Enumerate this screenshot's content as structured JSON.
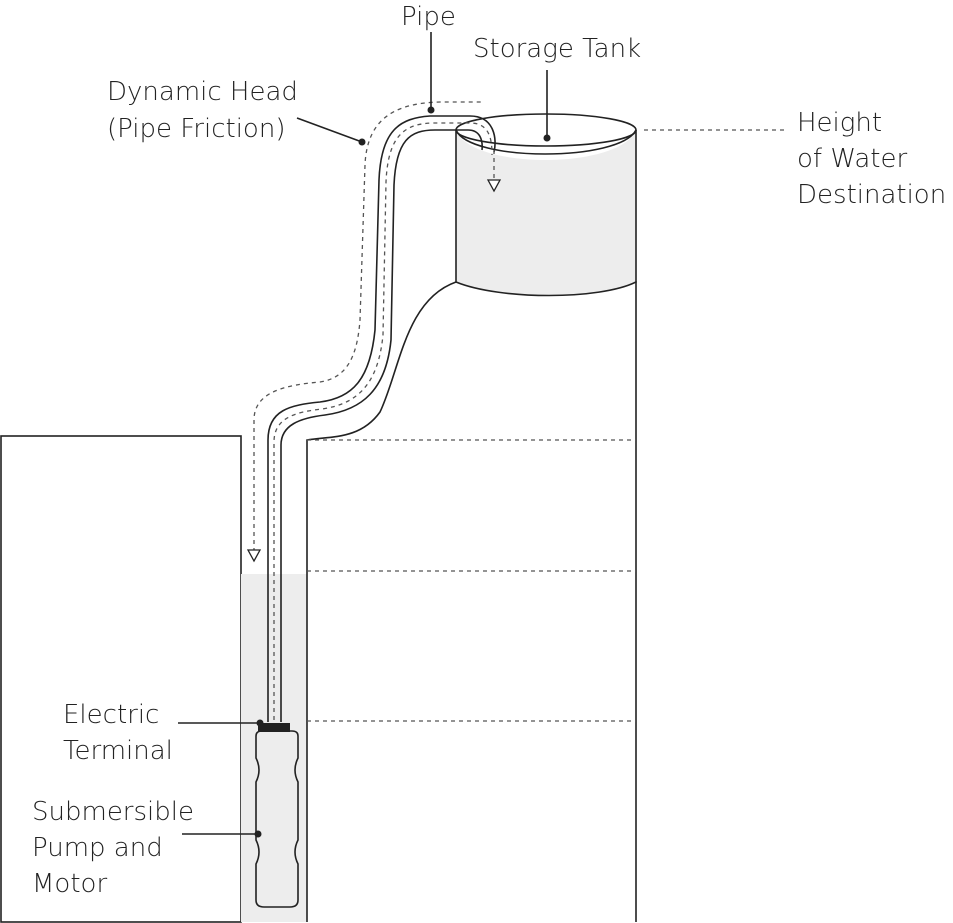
{
  "labels": {
    "pipe": "Pipe",
    "storage_tank": "Storage Tank",
    "dynamic_head_line1": "Dynamic Head",
    "dynamic_head_line2": "(Pipe Friction)",
    "height_line1": "Height",
    "height_line2": "of Water",
    "height_line3": "Destination",
    "electric_line1": "Electric",
    "electric_line2": "Terminal",
    "pump_line1": "Submersible",
    "pump_line2": "Pump and",
    "pump_line3": "Motor"
  },
  "colors": {
    "line": "#222222",
    "fill_gray": "#ededed",
    "dashed": "#555555"
  }
}
